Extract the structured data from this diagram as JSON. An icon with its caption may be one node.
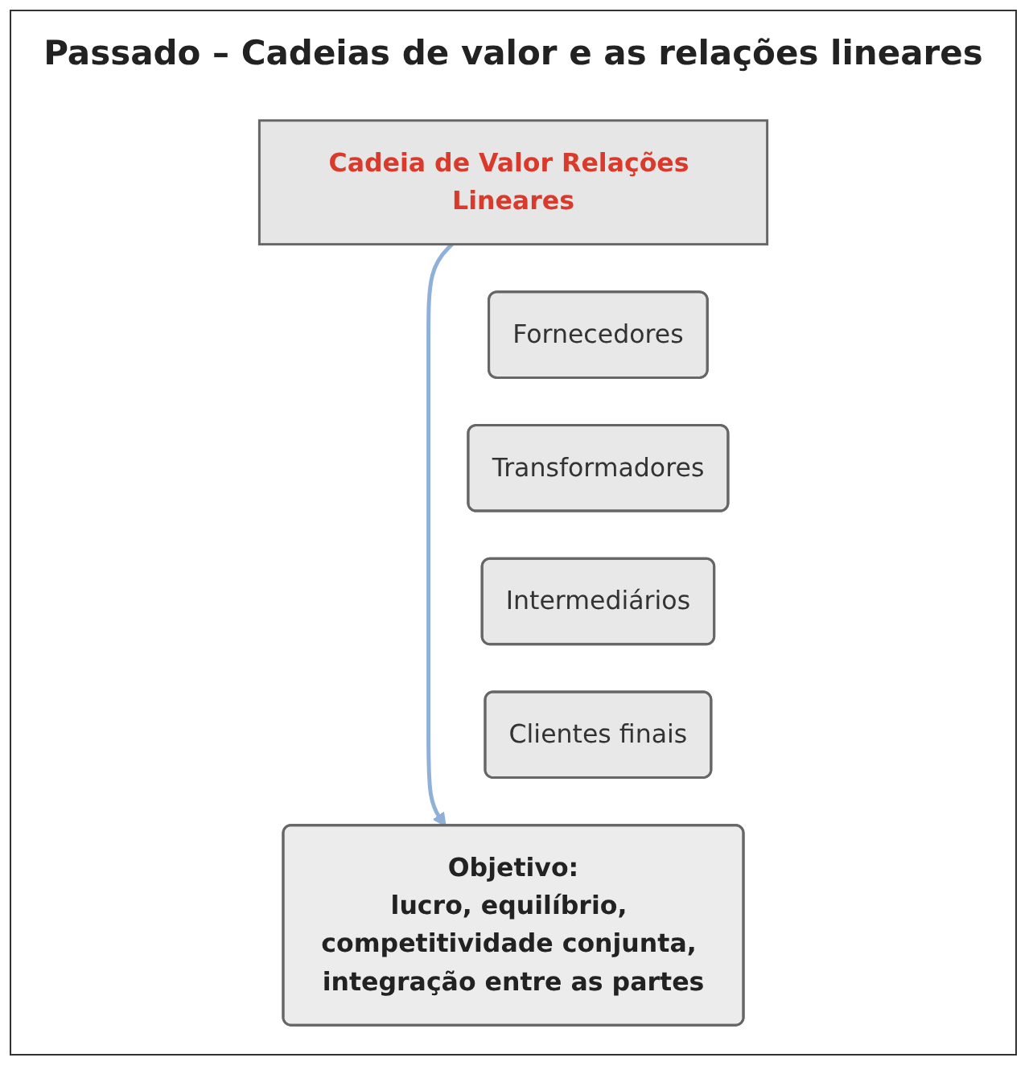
{
  "diagram": {
    "title": "Passado – Cadeias de valor e as relações lineares",
    "nodes": [
      {
        "text": [
          "Cadeia de Valor Relações Lineares"
        ]
      },
      {
        "text": [
          "Fornecedores"
        ]
      },
      {
        "text": [
          "Transformadores"
        ]
      },
      {
        "text": [
          "Intermediários"
        ]
      },
      {
        "text": [
          "Clientes finais"
        ]
      },
      {
        "text": [
          "Objetivo:",
          "lucro, equilíbrio, competitividade conjunta, integração entre as partes"
        ]
      }
    ],
    "edges": [
      {
        "from": 0,
        "to": 5,
        "arrow": "to",
        "color": "#8fb0d8"
      }
    ]
  }
}
